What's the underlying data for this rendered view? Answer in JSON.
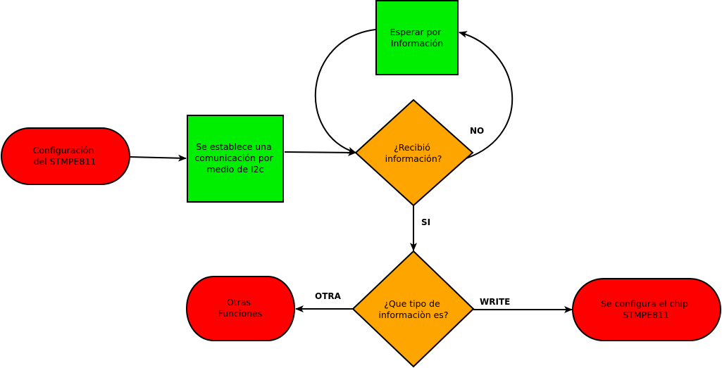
{
  "colors": {
    "terminal": "#ff0000",
    "process": "#00ee00",
    "decision": "#ffa500"
  },
  "nodes": {
    "config": {
      "type": "terminal",
      "lines": [
        "Configuración",
        "del STMPE811"
      ]
    },
    "i2c": {
      "type": "process",
      "lines": [
        "Se establece una",
        "comunicación por",
        "medio de I2c"
      ]
    },
    "wait": {
      "type": "process",
      "lines": [
        "Esperar por",
        "Información"
      ]
    },
    "received": {
      "type": "decision",
      "lines": [
        "¿Recibió",
        "información?"
      ]
    },
    "type": {
      "type": "decision",
      "lines": [
        "¿Que tipo de",
        "informaciòn es?"
      ]
    },
    "other": {
      "type": "terminal",
      "lines": [
        "Otras",
        "Funciones"
      ]
    },
    "chip": {
      "type": "terminal",
      "lines": [
        "Se configura el chip",
        "STMPE811"
      ]
    }
  },
  "edges": {
    "no": {
      "label": "NO"
    },
    "si": {
      "label": "SI"
    },
    "otra": {
      "label": "OTRA"
    },
    "write": {
      "label": "WRITE"
    }
  }
}
